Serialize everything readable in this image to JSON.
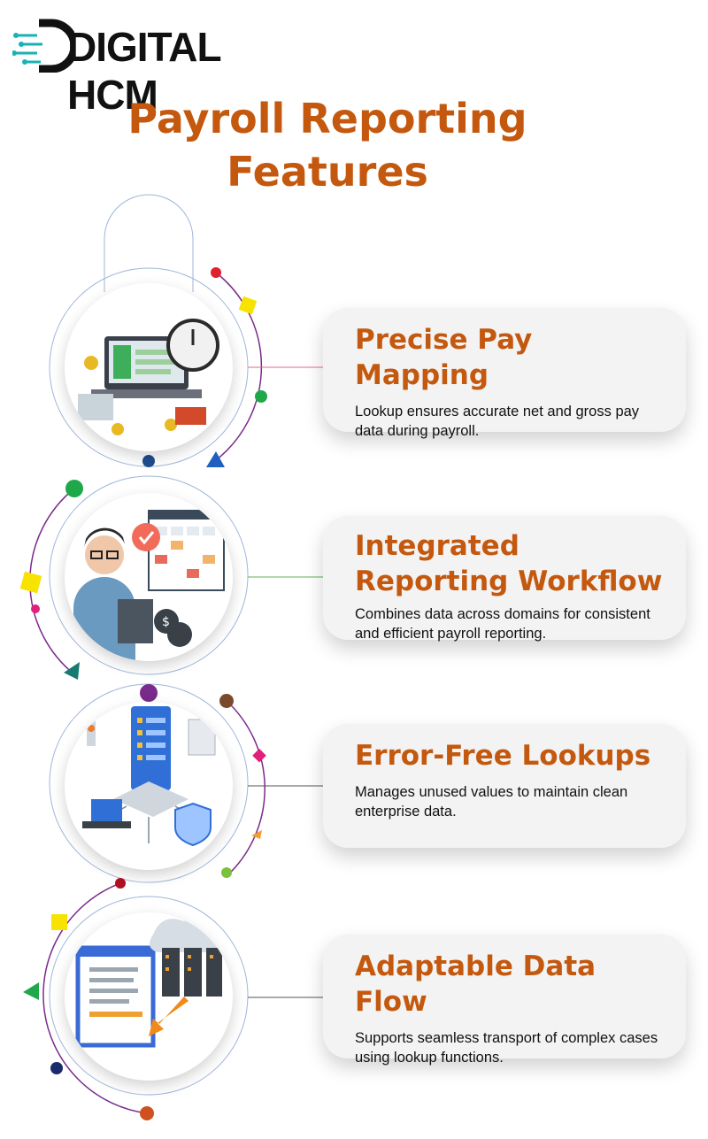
{
  "brand": {
    "name": "DIGITAL HCM"
  },
  "title": {
    "line1": "Payroll Reporting",
    "line2": "Features"
  },
  "features": [
    {
      "heading": "Precise Pay Mapping",
      "text": "Lookup ensures accurate net and gross pay data during payroll."
    },
    {
      "heading": "Integrated Reporting Workflow",
      "text": "Combines data across domains for consistent and efficient payroll reporting."
    },
    {
      "heading": "Error-Free Lookups",
      "text": "Manages unused values to maintain clean enterprise data."
    },
    {
      "heading": "Adaptable Data Flow",
      "text": "Supports seamless transport of complex cases using lookup functions."
    }
  ],
  "colors": {
    "accent": "#c4580e",
    "card": "#f3f3f3",
    "connector": "#7a2a8a"
  },
  "icons": [
    "payroll-desk-illustration",
    "reporting-person-illustration",
    "server-network-illustration",
    "data-transfer-illustration"
  ]
}
